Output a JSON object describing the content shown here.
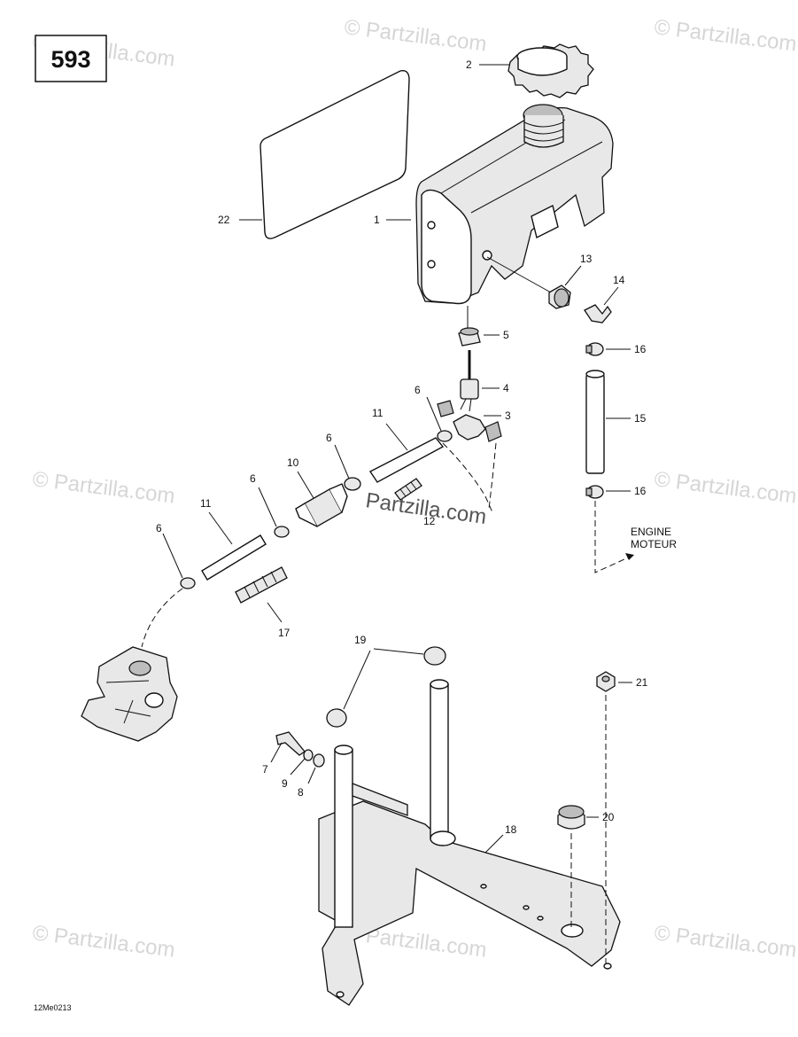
{
  "diagram_number": "593",
  "drawing_code": "12Me0213",
  "watermark": "© Partzilla.com",
  "center_watermark": "Partzilla.com",
  "direction_label": {
    "line1": "ENGINE",
    "line2": "MOTEUR"
  },
  "callouts": {
    "c1": "1",
    "c2": "2",
    "c3": "3",
    "c4": "4",
    "c5": "5",
    "c6a": "6",
    "c6b": "6",
    "c6c": "6",
    "c6d": "6",
    "c7": "7",
    "c8": "8",
    "c9": "9",
    "c10": "10",
    "c11a": "11",
    "c11b": "11",
    "c12": "12",
    "c13": "13",
    "c14": "14",
    "c15": "15",
    "c16a": "16",
    "c16b": "16",
    "c17": "17",
    "c18": "18",
    "c19": "19",
    "c20": "20",
    "c21": "21",
    "c22": "22"
  }
}
